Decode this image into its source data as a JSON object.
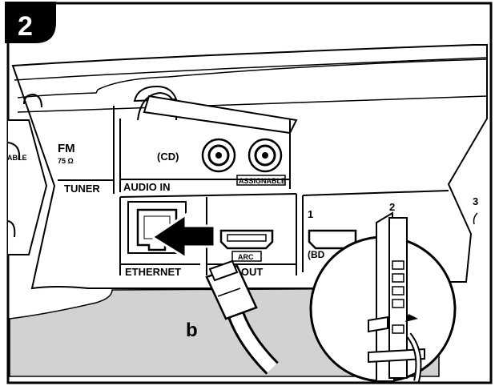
{
  "step": {
    "number": "2"
  },
  "panel": {
    "tuner": {
      "fm": "FM",
      "ohm": "75 Ω",
      "section": "TUNER"
    },
    "audio_in": {
      "cd": "(CD)",
      "assignable": "ASSIGNABLE",
      "section": "AUDIO IN"
    },
    "ethernet": {
      "label": "ETHERNET"
    },
    "hdmi_out": {
      "label": "HDMI OUT",
      "arc": "ARC"
    },
    "hdmi_in": {
      "port1": "1",
      "port1_sub": "(BD",
      "port2": "2",
      "port3": "3"
    },
    "left_cut": {
      "assignable": "ABLE"
    }
  },
  "callout": {
    "letter": "b"
  },
  "colors": {
    "floor": "#d2d2d2",
    "ink": "#000000",
    "panel": "#ffffff",
    "plug_arrow": "#000000"
  }
}
